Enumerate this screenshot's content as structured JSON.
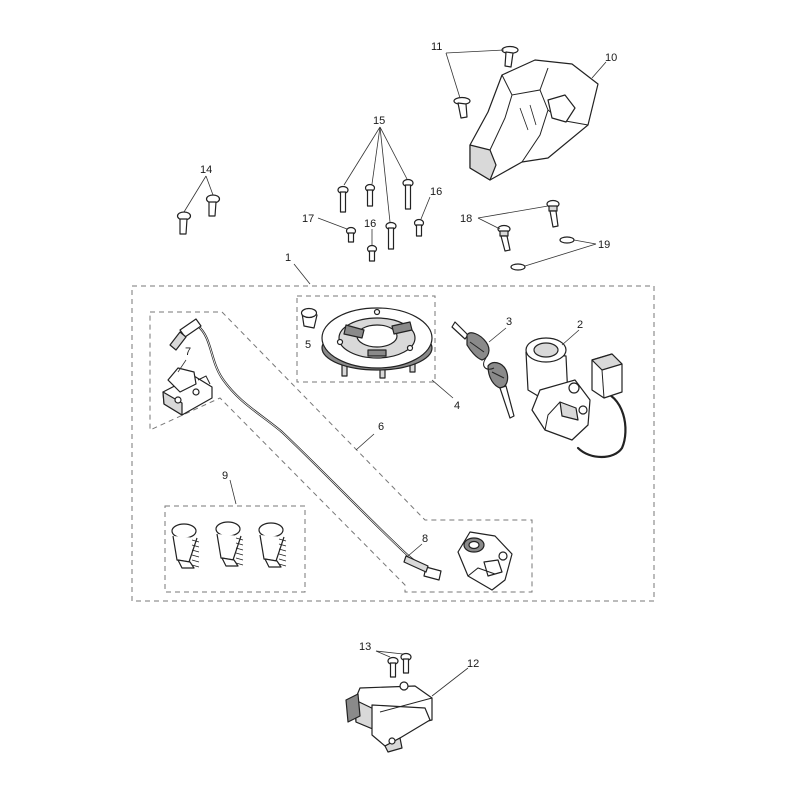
{
  "colors": {
    "line": "#222222",
    "dash": "#777777",
    "shade": "#d9d9d9",
    "dark": "#8a8a8a",
    "background": "#ffffff"
  },
  "callouts": {
    "c1": "1",
    "c2": "2",
    "c3": "3",
    "c4": "4",
    "c5": "5",
    "c6": "6",
    "c7": "7",
    "c8": "8",
    "c9": "9",
    "c10": "10",
    "c11": "11",
    "c12": "12",
    "c13": "13",
    "c14": "14",
    "c15": "15",
    "c16a": "16",
    "c16b": "16",
    "c17": "17",
    "c18": "18",
    "c19": "19"
  }
}
